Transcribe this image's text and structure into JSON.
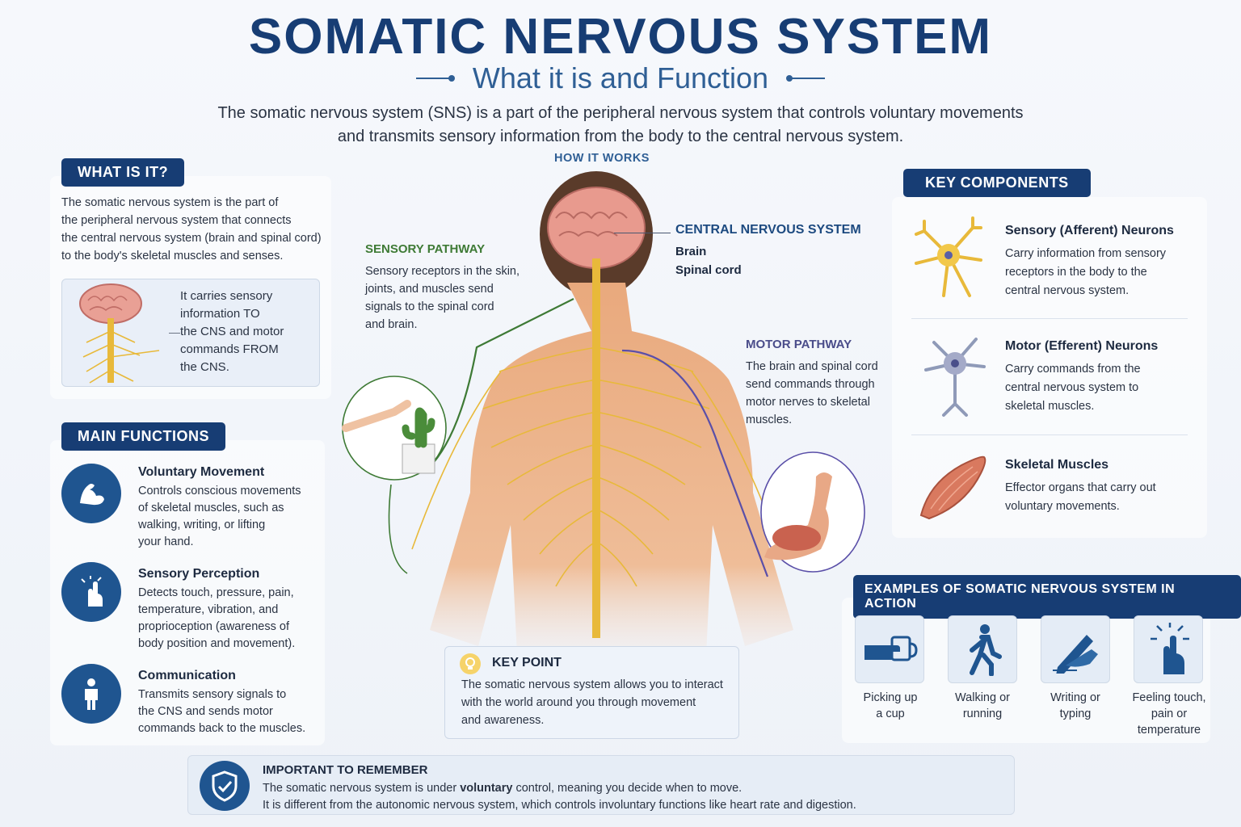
{
  "header": {
    "title": "SOMATIC NERVOUS SYSTEM",
    "subtitle": "What it is and Function",
    "intro_line1": "The somatic nervous system (SNS) is a part of the peripheral nervous system that controls voluntary movements",
    "intro_line2": "and transmits sensory information from the body to the central nervous system."
  },
  "what_is_it": {
    "heading": "WHAT IS IT?",
    "lines": [
      "The somatic nervous system is the part of",
      "the peripheral nervous system that connects",
      "the central nervous system (brain and spinal cord)",
      "to the body's skeletal muscles and senses."
    ],
    "carries_lines": [
      "It carries sensory",
      "information TO",
      "the CNS and motor",
      "commands FROM",
      "the CNS."
    ]
  },
  "main_functions": {
    "heading": "MAIN FUNCTIONS",
    "items": [
      {
        "title": "Voluntary Movement",
        "lines": [
          "Controls conscious movements",
          "of skeletal muscles, such as",
          "walking, writing, or lifting",
          "your hand."
        ],
        "icon": "muscle-arm-icon"
      },
      {
        "title": "Sensory Perception",
        "lines": [
          "Detects touch, pressure, pain,",
          "temperature, vibration, and",
          "proprioception (awareness of",
          "body position and movement)."
        ],
        "icon": "touch-hand-icon"
      },
      {
        "title": "Communication",
        "lines": [
          "Transmits sensory signals to",
          "the CNS and sends motor",
          "commands back to the muscles."
        ],
        "icon": "person-icon"
      }
    ]
  },
  "how_it_works": {
    "heading": "HOW IT WORKS",
    "sensory": {
      "title": "SENSORY PATHWAY",
      "lines": [
        "Sensory receptors in the skin,",
        "joints, and muscles send",
        "signals to the spinal cord",
        "and brain."
      ]
    },
    "cns": {
      "title": "CENTRAL NERVOUS SYSTEM",
      "items": [
        "Brain",
        "Spinal cord"
      ]
    },
    "motor": {
      "title": "MOTOR PATHWAY",
      "lines": [
        "The brain and spinal cord",
        "send commands through",
        "motor nerves to skeletal",
        "muscles."
      ]
    }
  },
  "key_point": {
    "title": "KEY POINT",
    "lines": [
      "The somatic nervous system allows you to interact",
      "with the world around you through movement",
      "and awareness."
    ]
  },
  "key_components": {
    "heading": "KEY COMPONENTS",
    "items": [
      {
        "title": "Sensory (Afferent) Neurons",
        "lines": [
          "Carry information from sensory",
          "receptors in the body to the",
          "central nervous system."
        ]
      },
      {
        "title": "Motor (Efferent) Neurons",
        "lines": [
          "Carry commands from the",
          "central nervous system to",
          "skeletal muscles."
        ]
      },
      {
        "title": "Skeletal Muscles",
        "lines": [
          "Effector organs that carry out",
          "voluntary movements."
        ]
      }
    ]
  },
  "examples": {
    "heading": "EXAMPLES OF SOMATIC NERVOUS SYSTEM IN ACTION",
    "items": [
      {
        "lines": [
          "Picking up",
          "a cup"
        ],
        "icon": "cup-hand-icon"
      },
      {
        "lines": [
          "Walking or",
          "running"
        ],
        "icon": "walking-icon"
      },
      {
        "lines": [
          "Writing or",
          "typing"
        ],
        "icon": "writing-icon"
      },
      {
        "lines": [
          "Feeling touch,",
          "pain or",
          "temperature"
        ],
        "icon": "touch-icon"
      }
    ]
  },
  "remember": {
    "title": "IMPORTANT TO REMEMBER",
    "line1_pre": "The somatic nervous system is under ",
    "line1_bold": "voluntary",
    "line1_post": " control, meaning you decide when to move.",
    "line2": "It is different from the autonomic nervous system, which controls involuntary functions like heart rate and digestion."
  },
  "colors": {
    "primary": "#173d74",
    "sensory": "#3e7a35",
    "motor": "#5a4fa8",
    "nerve": "#e8b93a"
  }
}
